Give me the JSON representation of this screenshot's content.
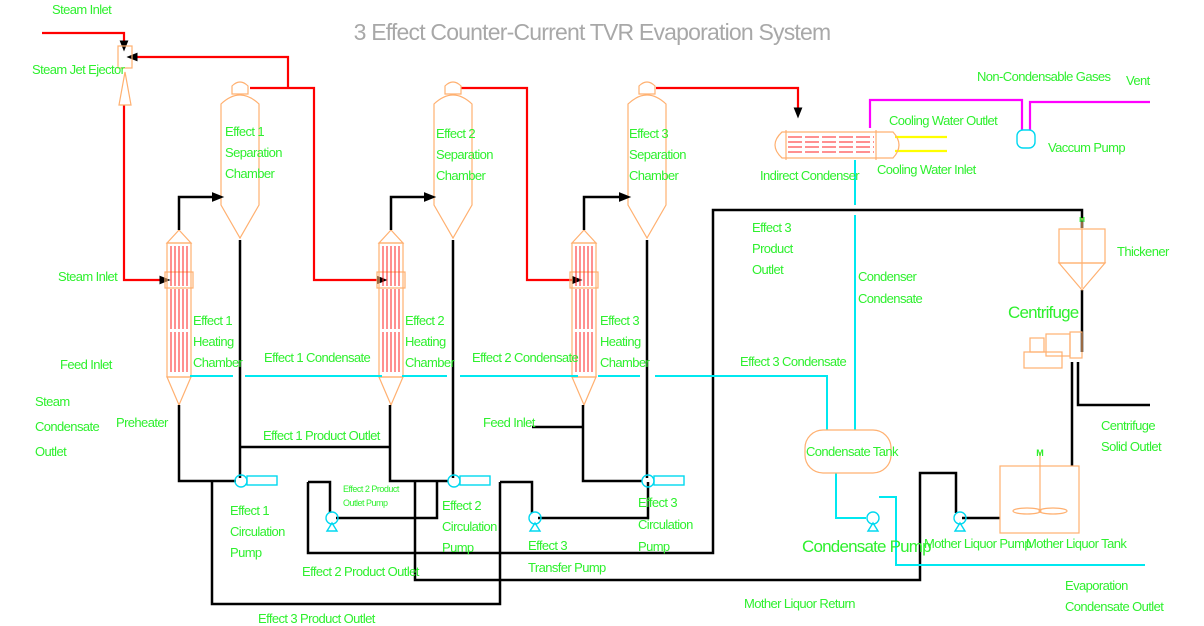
{
  "title": "3 Effect Counter-Current TVR Evaporation System",
  "colors": {
    "steam": "#ff0000",
    "liquid": "#000000",
    "condensate": "#00e8f0",
    "gas": "#ff00ff",
    "cooling_water": "#ffff00",
    "equipment": "#ffb070",
    "label": "#2ef02e",
    "title": "#a8a8a8"
  },
  "labels": {
    "steam_inlet_top": "Steam Inlet",
    "steam_jet_ejector": "Steam Jet Ejector",
    "steam_inlet_side": "Steam  Inlet",
    "feed_inlet_left": "Feed Inlet",
    "steam_condensate_outlet": [
      "Steam",
      "Condensate",
      "Outlet"
    ],
    "preheater": "Preheater",
    "effect1_sep": [
      "Effect 1",
      "Separation",
      "Chamber"
    ],
    "effect2_sep": [
      "Effect 2",
      "Separation",
      "Chamber"
    ],
    "effect3_sep": [
      "Effect 3",
      "Separation",
      "Chamber"
    ],
    "effect1_heat": [
      "Effect 1",
      "Heating",
      "Chamber"
    ],
    "effect2_heat": [
      "Effect 2",
      "Heating",
      "Chamber"
    ],
    "effect3_heat": [
      "Effect 3",
      "Heating",
      "Chamber"
    ],
    "effect1_condensate": "Effect 1 Condensate",
    "effect2_condensate": "Effect 2 Condensate",
    "effect3_condensate": "Effect 3 Condensate",
    "effect1_product_outlet": "Effect 1 Product Outlet",
    "effect2_product_outlet": "Effect 2 Product Outlet",
    "effect3_product_outlet": "Effect 3 Product Outlet",
    "effect3_product_outlet_right": [
      "Effect 3",
      "Product",
      "Outlet"
    ],
    "feed_inlet_mid": "Feed Inlet",
    "effect2_product_outlet_pump": [
      "Effect 2 Product",
      "Outlet Pump"
    ],
    "effect1_circ_pump": [
      "Effect 1",
      "Circulation",
      "Pump"
    ],
    "effect2_circ_pump": [
      "Effect 2",
      "Circulation",
      "Pump"
    ],
    "effect3_circ_pump": [
      "Effect 3",
      "Circulation",
      "Pump"
    ],
    "effect3_transfer_pump": [
      "Effect 3",
      "Transfer Pump"
    ],
    "indirect_condenser": "Indirect Condenser",
    "cooling_water_outlet": "Cooling Water Outlet",
    "cooling_water_inlet": "Cooling Water Inlet",
    "non_condensable_gases": "Non-Condensable Gases",
    "vent": "Vent",
    "vacuum_pump": "Vaccum Pump",
    "thickener": "Thickener",
    "centrifuge": "Centrifuge",
    "condenser_condensate": [
      "Condenser",
      "Condensate"
    ],
    "condensate_tank": "Condensate Tank",
    "centrifuge_solid_outlet": [
      "Centrifuge",
      "Solid Outlet"
    ],
    "condensate_pump": "Condensate Pump",
    "mother_liquor_pump": "Mother Liquor Pump",
    "mother_liquor_tank": "Mother Liquor Tank",
    "mother_liquor_return": "Mother Liquor Return",
    "evaporation_condensate_outlet": [
      "Evaporation",
      "Condensate Outlet"
    ],
    "agitator_motor": "M",
    "thickener_motor": "M"
  }
}
